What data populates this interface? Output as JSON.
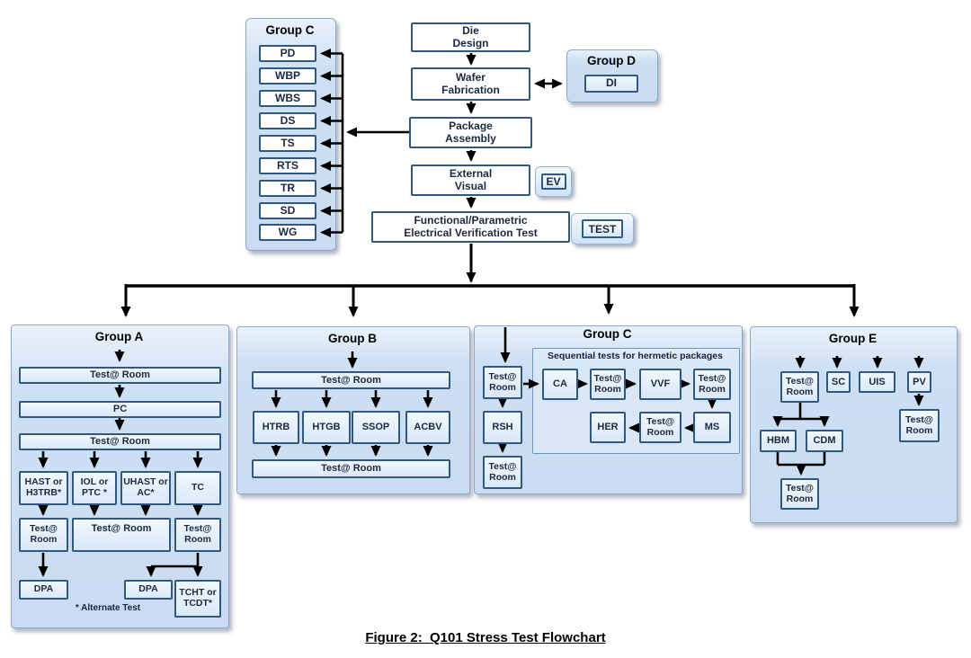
{
  "diagram": {
    "caption": "Figure 2:  Q101 Stress Test Flowchart",
    "common": {
      "test_room": "Test@ Room",
      "test_room_2line": "Test@\nRoom",
      "dpa": "DPA"
    },
    "main_flow": {
      "die_design": "Die\nDesign",
      "wafer_fabrication": "Wafer\nFabrication",
      "package_assembly": "Package\nAssembly",
      "external_visual": "External\nVisual",
      "electrical_test": "Functional/Parametric\nElectrical Verification Test",
      "tags": {
        "ev": "EV",
        "test": "TEST"
      }
    },
    "group_c_top": {
      "title": "Group C",
      "items": [
        "PD",
        "WBP",
        "WBS",
        "DS",
        "TS",
        "RTS",
        "TR",
        "SD",
        "WG"
      ]
    },
    "group_d": {
      "title": "Group D",
      "di": "DI"
    },
    "group_a": {
      "title": "Group A",
      "pc": "PC",
      "branches": [
        "HAST or\nH3TRB*",
        "IOL or\nPTC *",
        "UHAST or\nAC*",
        "TC"
      ],
      "tcht": "TCHT or\nTCDT*",
      "note": "* Alternate Test"
    },
    "group_b": {
      "title": "Group B",
      "branches": [
        "HTRB",
        "HTGB",
        "SSOP",
        "ACBV"
      ]
    },
    "group_c_bottom": {
      "title": "Group C",
      "sequential_label": "Sequential tests for hermetic packages",
      "rsh": "RSH",
      "ca": "CA",
      "vvf": "VVF",
      "her": "HER",
      "ms": "MS"
    },
    "group_e": {
      "title": "Group E",
      "sc": "SC",
      "uis": "UIS",
      "pv": "PV",
      "hbm": "HBM",
      "cdm": "CDM"
    },
    "colors": {
      "panel_fill": "#cddff3",
      "box_border": "#2e5c8a",
      "arrow": "#000000"
    }
  }
}
